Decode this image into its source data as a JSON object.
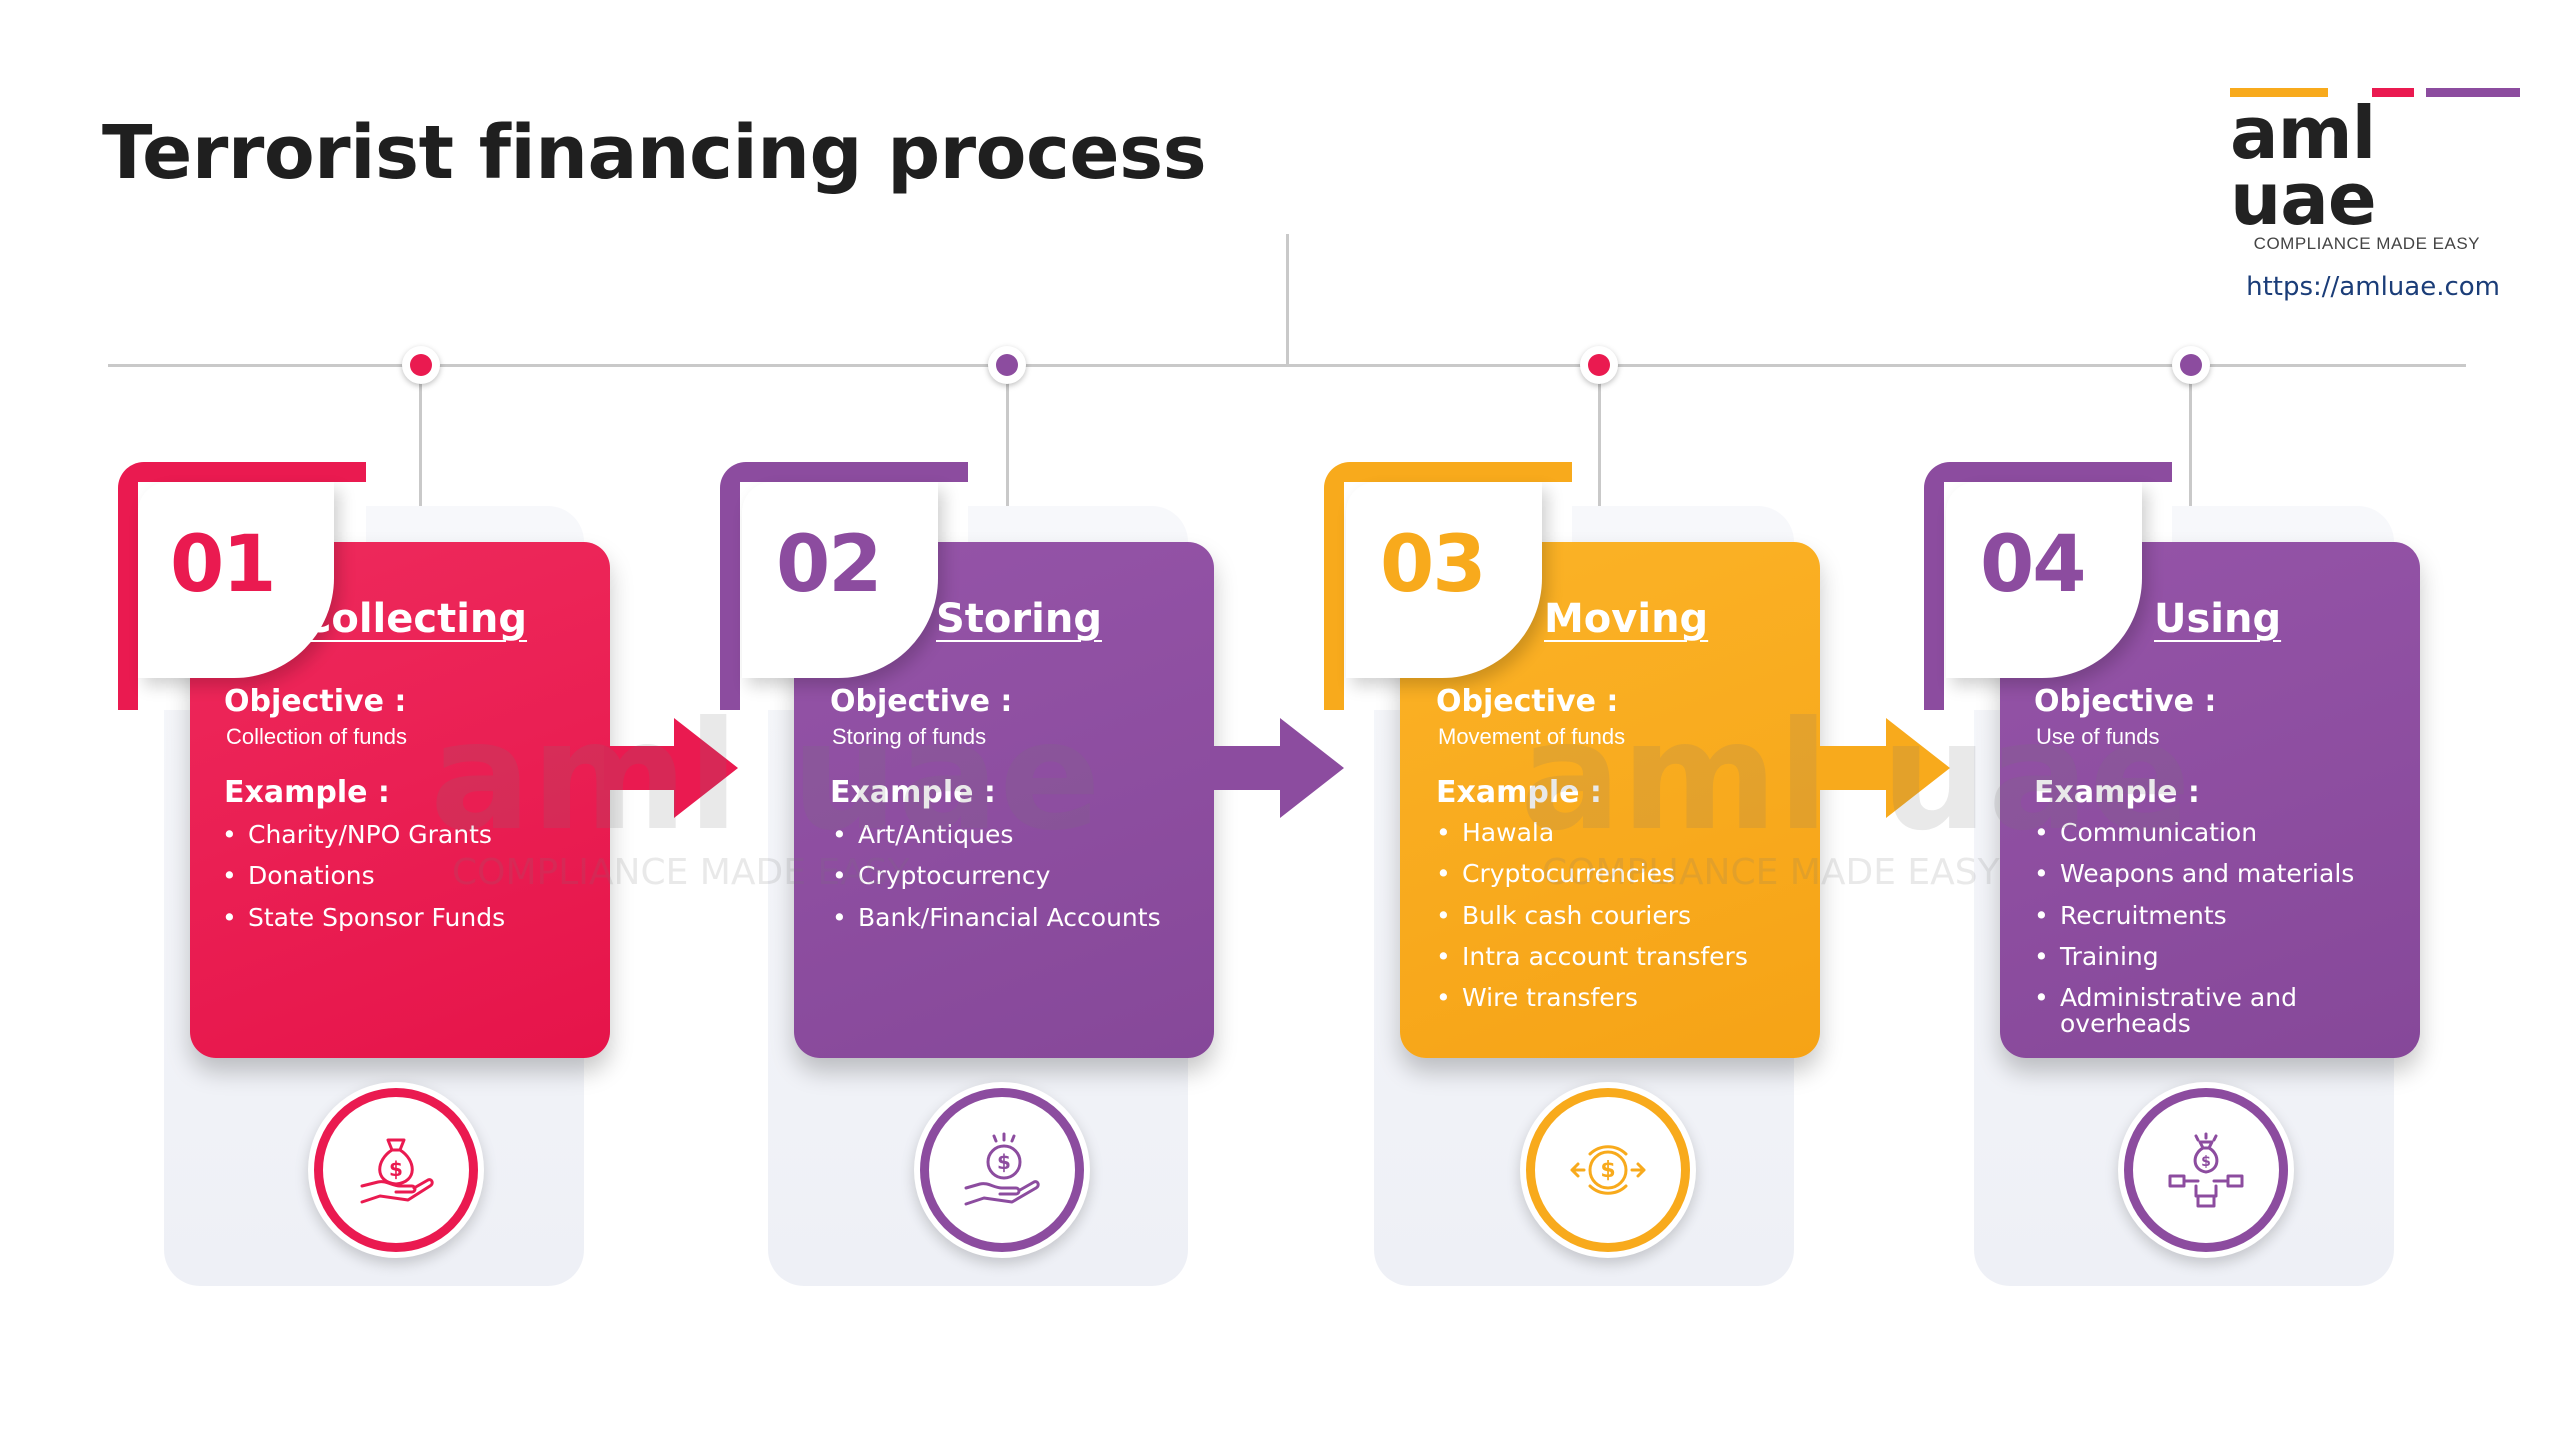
{
  "title": "Terrorist financing process",
  "logo": {
    "word": "aml uae",
    "tagline": "COMPLIANCE MADE EASY",
    "url": "https://amluae.com"
  },
  "watermark": {
    "word": "aml uae",
    "tagline": "COMPLIANCE MADE EASY"
  },
  "colors": {
    "red": "#ea1a50",
    "purple": "#8c4c9f",
    "orange": "#f8aa1c",
    "text_dark": "#1f1f1f",
    "url_blue": "#1b3d78"
  },
  "stages": [
    {
      "number": "01",
      "title": "Collecting",
      "color": "#ea1a50",
      "objective_label": "Objective :",
      "objective": "Collection of funds",
      "example_label": "Example :",
      "examples": [
        "Charity/NPO Grants",
        "Donations",
        "State Sponsor Funds"
      ],
      "icon": "money-bag-hand-icon"
    },
    {
      "number": "02",
      "title": "Storing",
      "color": "#8c4c9f",
      "objective_label": "Objective :",
      "objective": "Storing of funds",
      "example_label": "Example :",
      "examples": [
        "Art/Antiques",
        "Cryptocurrency",
        "Bank/Financial Accounts"
      ],
      "icon": "coin-hand-icon"
    },
    {
      "number": "03",
      "title": "Moving",
      "color": "#f8aa1c",
      "objective_label": "Objective :",
      "objective": "Movement of funds",
      "example_label": "Example :",
      "examples": [
        "Hawala",
        "Cryptocurrencies",
        "Bulk cash couriers",
        "Intra account transfers",
        "Wire transfers"
      ],
      "icon": "dollar-exchange-icon"
    },
    {
      "number": "04",
      "title": "Using",
      "color": "#8c4c9f",
      "objective_label": "Objective :",
      "objective": "Use of funds",
      "example_label": "Example :",
      "examples": [
        "Communication",
        "Weapons and materials",
        "Recruitments",
        "Training",
        "Administrative and overheads"
      ],
      "icon": "money-distribution-icon"
    }
  ]
}
